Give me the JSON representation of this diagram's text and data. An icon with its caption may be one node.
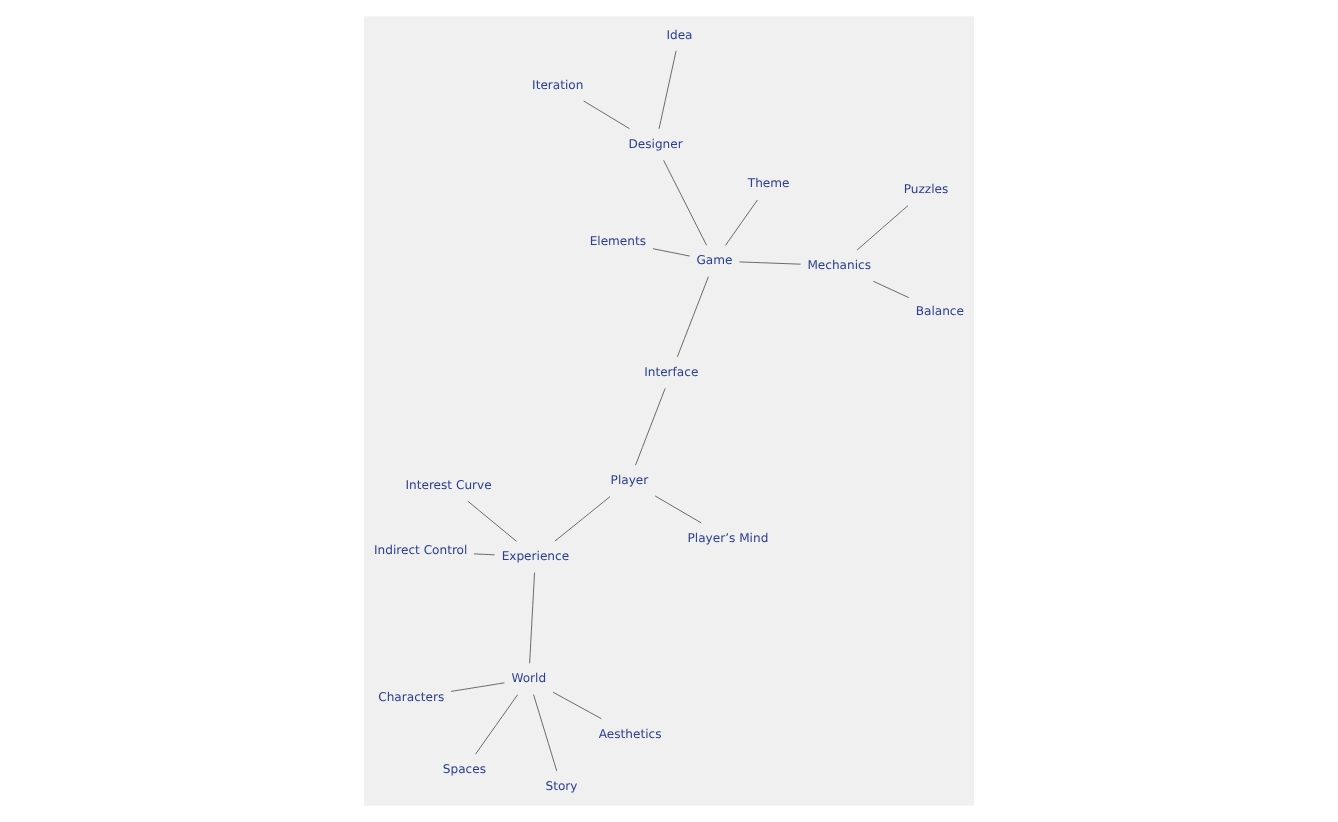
{
  "diagram": {
    "nodes": [
      {
        "text": [
          "Indirect Control"
        ]
      },
      {
        "text": [
          "Experience"
        ]
      },
      {
        "text": [
          "Story"
        ]
      },
      {
        "text": [
          "Interest Curve"
        ]
      },
      {
        "text": [
          "World"
        ]
      },
      {
        "text": [
          "Characters"
        ]
      },
      {
        "text": [
          "Player’s Mind"
        ]
      },
      {
        "text": [
          "Player"
        ]
      },
      {
        "text": [
          "Spaces"
        ]
      },
      {
        "text": [
          "Aesthetics"
        ]
      },
      {
        "text": [
          "Interface"
        ]
      },
      {
        "text": [
          "Elements"
        ]
      },
      {
        "text": [
          "Game"
        ]
      },
      {
        "text": [
          "Theme"
        ]
      },
      {
        "text": [
          "Mechanics"
        ]
      },
      {
        "text": [
          "Balance"
        ]
      },
      {
        "text": [
          "Puzzles"
        ]
      },
      {
        "text": [
          "Idea"
        ]
      },
      {
        "text": [
          "Iteration"
        ]
      },
      {
        "text": [
          "Designer"
        ]
      }
    ],
    "edges": [
      {
        "from": 0,
        "to": 1,
        "arrow": "none"
      },
      {
        "from": 3,
        "to": 1,
        "arrow": "none"
      },
      {
        "from": 1,
        "to": 4,
        "arrow": "none"
      },
      {
        "from": 2,
        "to": 4,
        "arrow": "none"
      },
      {
        "from": 4,
        "to": 5,
        "arrow": "none"
      },
      {
        "from": 4,
        "to": 8,
        "arrow": "none"
      },
      {
        "from": 4,
        "to": 9,
        "arrow": "none"
      },
      {
        "from": 1,
        "to": 7,
        "arrow": "none"
      },
      {
        "from": 6,
        "to": 7,
        "arrow": "none"
      },
      {
        "from": 7,
        "to": 10,
        "arrow": "none"
      },
      {
        "from": 10,
        "to": 12,
        "arrow": "none"
      },
      {
        "from": 11,
        "to": 12,
        "arrow": "none"
      },
      {
        "from": 13,
        "to": 12,
        "arrow": "none"
      },
      {
        "from": 12,
        "to": 14,
        "arrow": "none"
      },
      {
        "from": 14,
        "to": 15,
        "arrow": "none"
      },
      {
        "from": 14,
        "to": 16,
        "arrow": "none"
      },
      {
        "from": 12,
        "to": 19,
        "arrow": "none"
      },
      {
        "from": 17,
        "to": 19,
        "arrow": "none"
      },
      {
        "from": 18,
        "to": 19,
        "arrow": "none"
      }
    ]
  }
}
